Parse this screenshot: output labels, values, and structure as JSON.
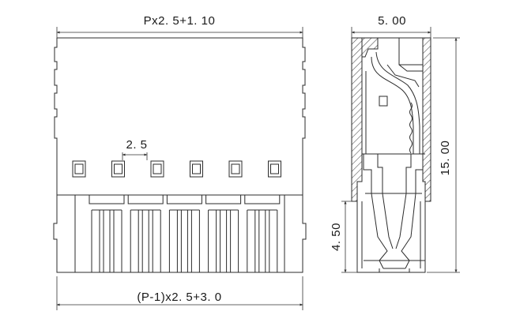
{
  "dimensions": {
    "front_top_width": "Px2. 5+1. 10",
    "front_pitch": "2. 5",
    "front_bottom_width": "(P-1)x2. 5+3. 0",
    "side_top_width": "5. 00",
    "side_height": "15. 00",
    "side_lower_height": "4. 50"
  },
  "colors": {
    "line": "#2b2b2b",
    "dim_line": "#333333",
    "hatch": "#555555",
    "background": "#ffffff"
  }
}
